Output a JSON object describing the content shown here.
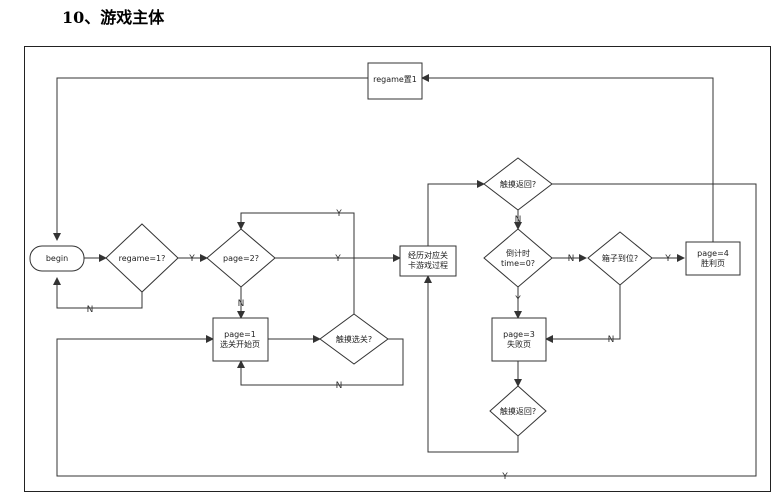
{
  "heading": "10、游戏主体",
  "nodes": {
    "regame_set": "regame置1",
    "begin": "begin",
    "regame_check": "regame=1?",
    "page2_check": "page=2?",
    "page1_box_l1": "page=1",
    "page1_box_l2": "选关开始页",
    "touch_select": "触摸选关?",
    "level_box_l1": "经历对应关",
    "level_box_l2": "卡游戏过程",
    "touch_back_top": "触摸返回?",
    "countdown_l1": "倒计时",
    "countdown_l2": "time=0?",
    "box_arrive": "箱子到位?",
    "page4_l1": "page=4",
    "page4_l2": "胜利页",
    "page3_l1": "page=3",
    "page3_l2": "失败页",
    "touch_back_bottom": "触摸返回?"
  },
  "edge_labels": {
    "regame_no": "N",
    "regame_yes": "Y",
    "page2_yes": "Y",
    "page2_no": "N",
    "select_yes": "Y",
    "select_no": "N",
    "back_top_no": "N",
    "countdown_no": "N",
    "countdown_yes": "Y",
    "arrive_yes": "Y",
    "arrive_no": "N",
    "bottom_yes": "Y"
  }
}
